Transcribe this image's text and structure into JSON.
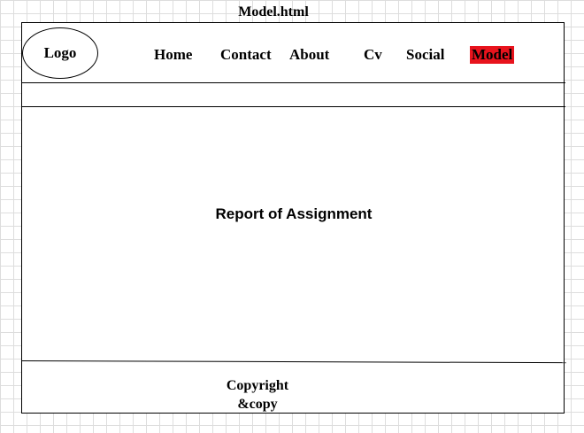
{
  "page": {
    "title": "Model.html"
  },
  "header": {
    "logo_label": "Logo",
    "nav": [
      {
        "label": "Home"
      },
      {
        "label": "Contact"
      },
      {
        "label": "About"
      },
      {
        "label": "Cv"
      },
      {
        "label": "Social"
      },
      {
        "label": "Model",
        "active": true
      }
    ]
  },
  "main": {
    "heading": "Report of Assignment"
  },
  "footer": {
    "line1": "Copyright",
    "line2": "&copy"
  },
  "colors": {
    "active_highlight": "#e8131d",
    "grid": "#dddddd"
  }
}
